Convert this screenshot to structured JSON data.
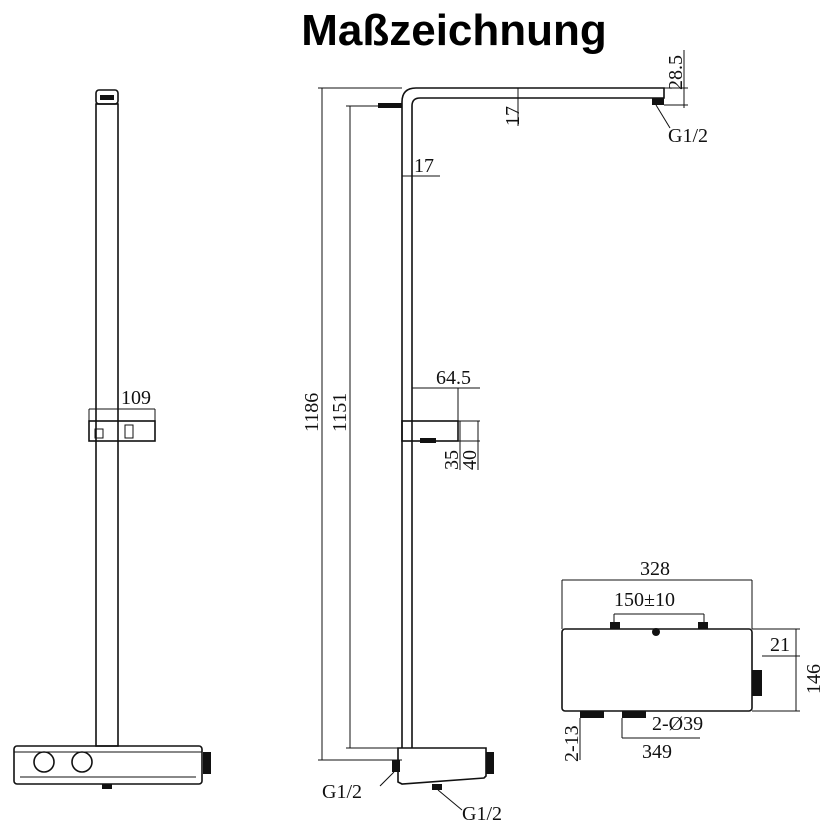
{
  "title": "Maßzeichnung",
  "dimensions": {
    "d_109": "109",
    "d_1186": "1186",
    "d_1151": "1151",
    "d_17_top": "17",
    "d_17_side": "17",
    "d_28_5": "28.5",
    "d_64_5": "64.5",
    "d_35": "35",
    "d_40": "40",
    "d_328": "328",
    "d_150": "150±10",
    "d_21": "21",
    "d_146": "146",
    "d_2_13": "2-13",
    "d_2_39": "2-Ø39",
    "d_349": "349"
  },
  "connections": {
    "g_head": "G1/2",
    "g_left": "G1/2",
    "g_bottom": "G1/2"
  }
}
